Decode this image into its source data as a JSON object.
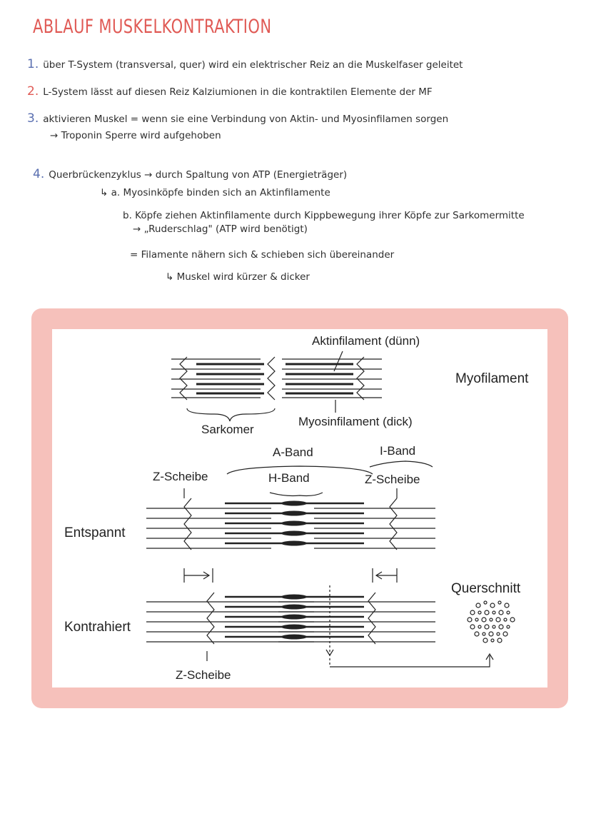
{
  "title": "ABLAUF MUSKELKONTRAKTION",
  "notes": {
    "n1": {
      "num": "1.",
      "text": "über T-System (transversal, quer) wird ein elektrischer Reiz an die Muskelfaser geleitet"
    },
    "n2": {
      "num": "2.",
      "text": "L-System lässt auf diesen Reiz Kalziumionen in die kontraktilen Elemente der MF"
    },
    "n3": {
      "num": "3.",
      "text": "aktivieren Muskel = wenn sie eine Verbindung von Aktin- und Myosinfilamen sorgen"
    },
    "n3b": {
      "text": "→ Troponin Sperre wird aufgehoben"
    },
    "n4": {
      "num": "4.",
      "text": "Querbrückenzyklus → durch Spaltung von ATP (Energieträger)"
    },
    "n4a": {
      "text": "↳ a. Myosinköpfe binden sich an Aktinfilamente"
    },
    "n4b": {
      "text": "b. Köpfe ziehen Aktinfilamente durch Kippbewegung ihrer Köpfe zur Sarkomermitte"
    },
    "n4b2": {
      "text": "→ „Ruderschlag\" (ATP wird benötigt)"
    },
    "n5": {
      "text": "= Filamente nähern sich & schieben sich übereinander"
    },
    "n6": {
      "text": "↳ Muskel wird kürzer & dicker"
    }
  },
  "diagram": {
    "aktinfilament": "Aktinfilament (dünn)",
    "myofilament": "Myofilament",
    "sarkomer": "Sarkomer",
    "myosinfilament": "Myosinfilament (dick)",
    "a_band": "A-Band",
    "i_band": "I-Band",
    "z_scheibe_left": "Z-Scheibe",
    "h_band": "H-Band",
    "z_scheibe_right": "Z-Scheibe",
    "entspannt": "Entspannt",
    "querschnitt": "Querschnitt",
    "kontrahiert": "Kontrahiert",
    "z_scheibe_bottom": "Z-Scheibe"
  },
  "colors": {
    "title": "#e05a55",
    "frame": "#f6c1bb",
    "ink": "#222222"
  }
}
